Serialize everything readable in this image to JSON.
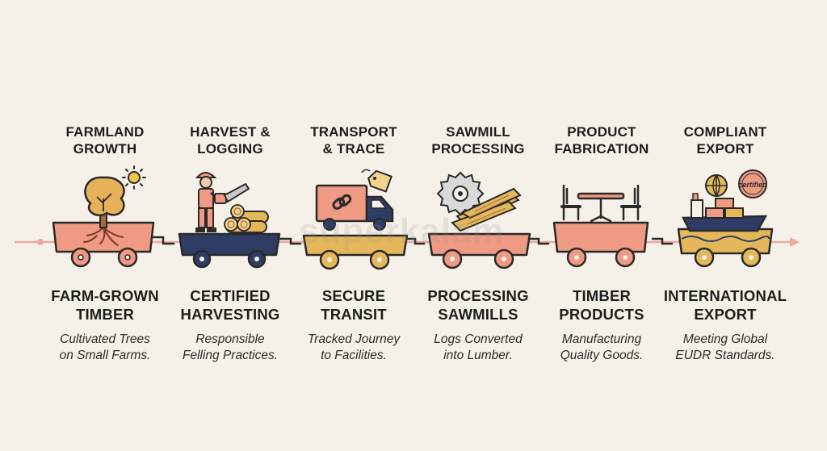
{
  "watermark": "superkalam",
  "colors": {
    "background": "#f6f1e8",
    "salmon": "#ef9a83",
    "navy": "#2f3d66",
    "mustard": "#e4b85a",
    "outline": "#2a2a2a",
    "timeline": "#eda9a0"
  },
  "stages": [
    {
      "top_title": "FARMLAND\nGROWTH",
      "bottom_title": "FARM-GROWN\nTIMBER",
      "description": "Cultivated Trees\non Small Farms.",
      "icon": "tree-sun-icon",
      "cart_color": "salmon"
    },
    {
      "top_title": "HARVEST &\nLOGGING",
      "bottom_title": "CERTIFIED\nHARVESTING",
      "description": "Responsible\nFelling Practices.",
      "icon": "logger-chainsaw-icon",
      "cart_color": "navy"
    },
    {
      "top_title": "TRANSPORT\n& TRACE",
      "bottom_title": "SECURE\nTRANSIT",
      "description": "Tracked Journey\nto Facilities.",
      "icon": "tagged-truck-icon",
      "cart_color": "mustard"
    },
    {
      "top_title": "SAWMILL\nPROCESSING",
      "bottom_title": "PROCESSING\nSAWMILLS",
      "description": "Logs Converted\ninto Lumber.",
      "icon": "saw-blade-lumber-icon",
      "cart_color": "salmon"
    },
    {
      "top_title": "PRODUCT\nFABRICATION",
      "bottom_title": "TIMBER\nPRODUCTS",
      "description": "Manufacturing\nQuality Goods.",
      "icon": "table-chairs-icon",
      "cart_color": "salmon"
    },
    {
      "top_title": "COMPLIANT\nEXPORT",
      "bottom_title": "INTERNATIONAL\nEXPORT",
      "description": "Meeting Global\nEUDR Standards.",
      "icon": "cargo-ship-certified-icon",
      "cart_color": "mustard",
      "stamp_text": "certified"
    }
  ]
}
